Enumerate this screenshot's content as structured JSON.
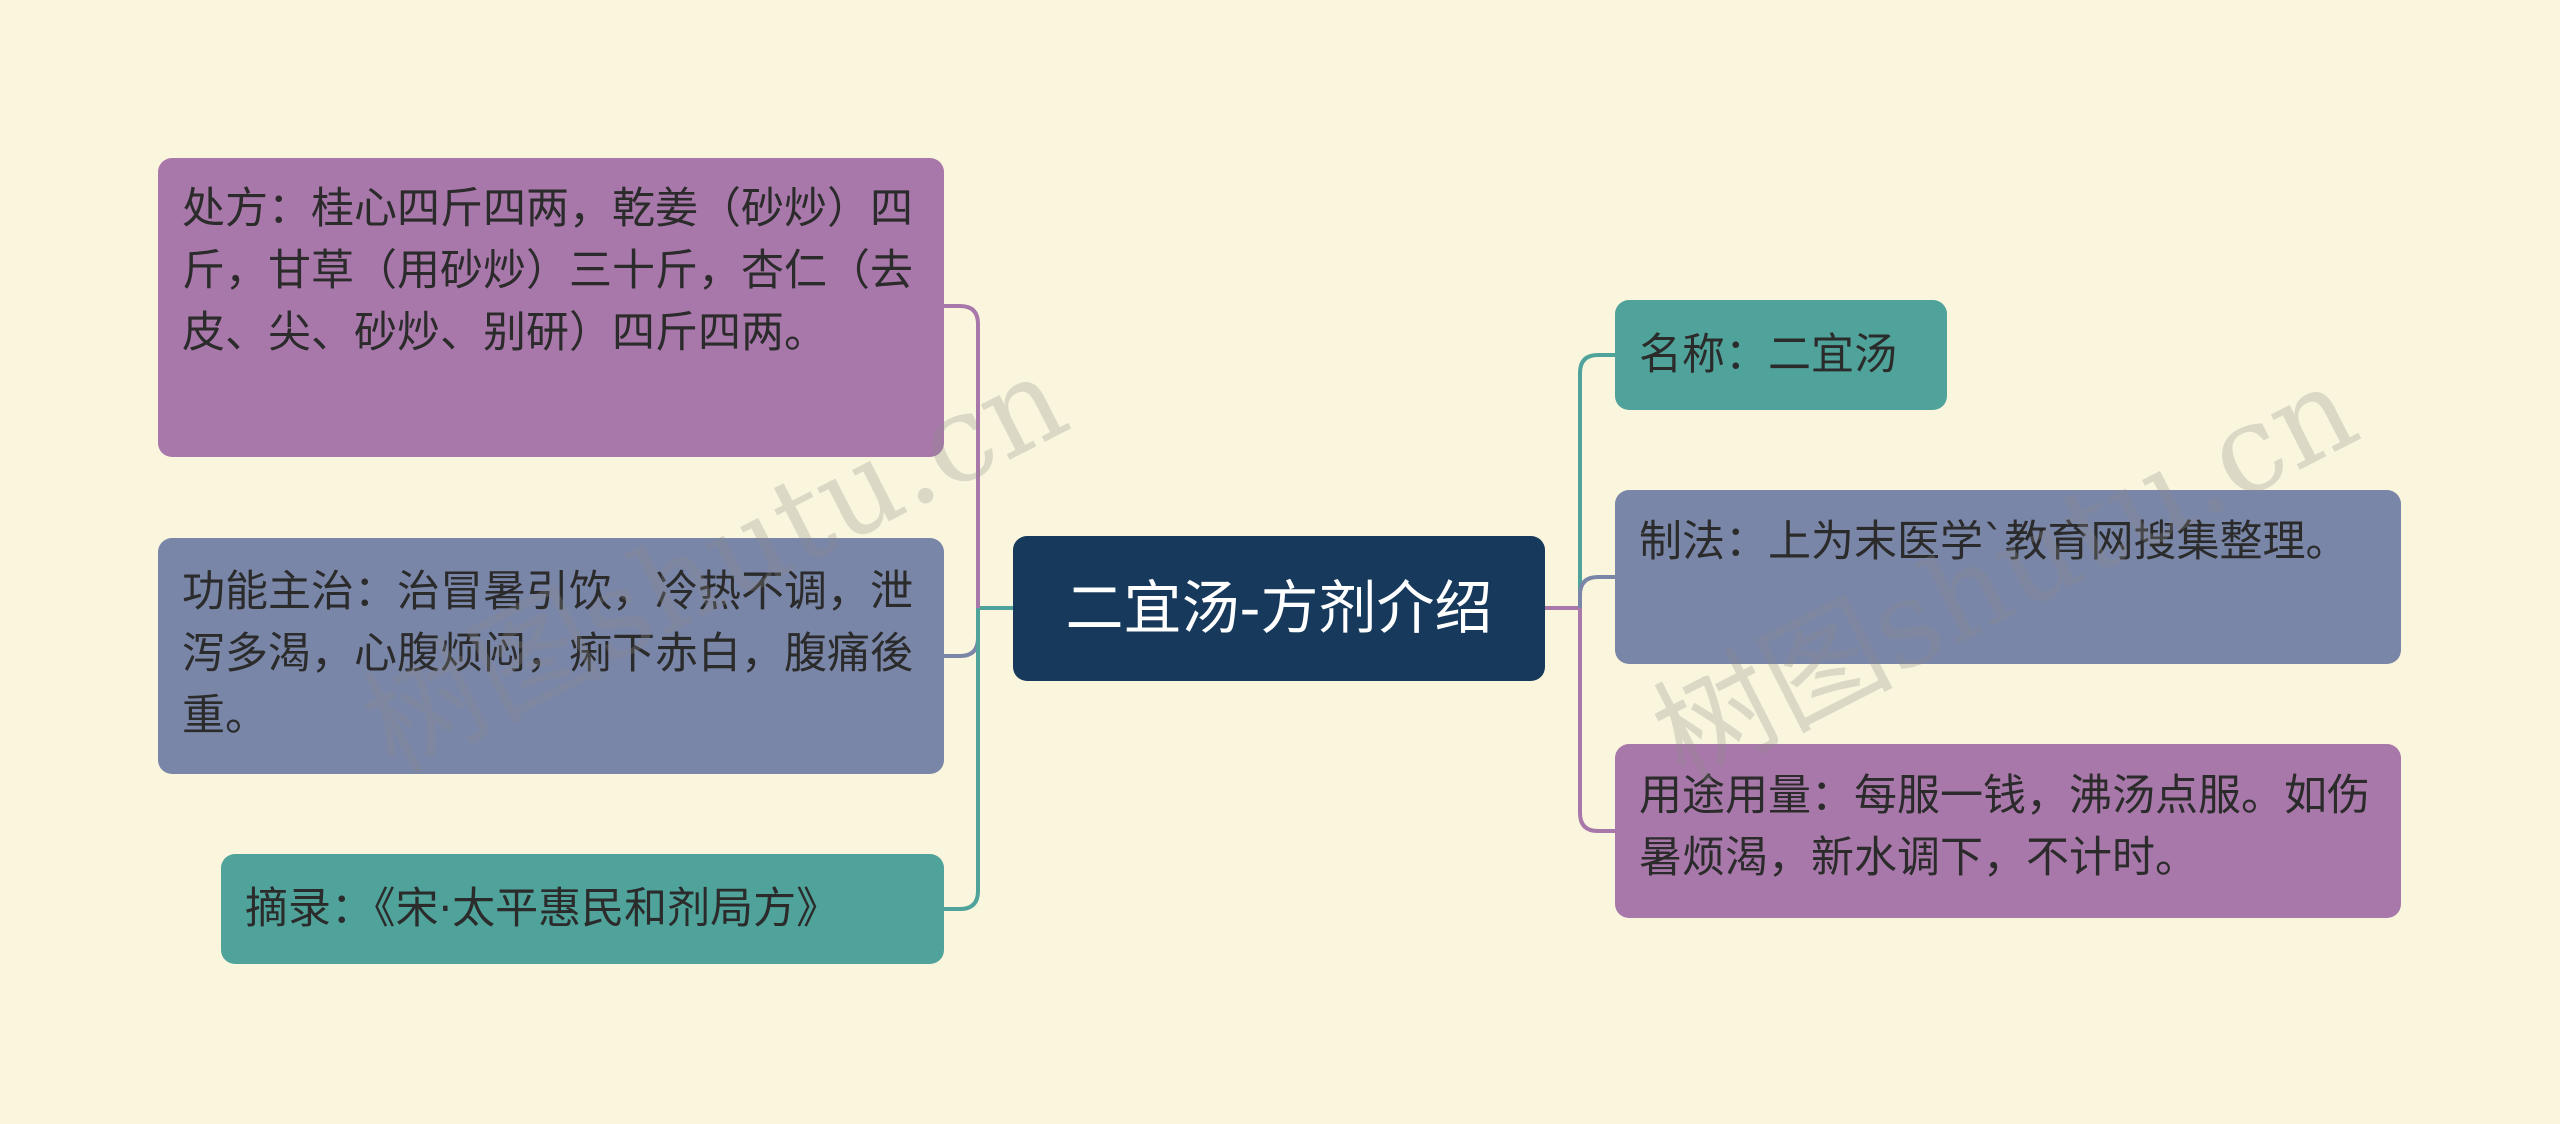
{
  "central": {
    "label": "二宜汤-方剂介绍"
  },
  "left_branches": [
    {
      "label": "处方：桂心四斤四两，乾姜（砂炒）四斤，甘草（用砂炒）三十斤，杏仁（去皮、尖、砂炒、别研）四斤四两。",
      "color": "#a878aa"
    },
    {
      "label": "功能主治：治冒暑引饮，冷热不调，泄泻多渴，心腹烦闷，痢下赤白，腹痛後重。",
      "color": "#7a86a8"
    },
    {
      "label": "摘录：《宋·太平惠民和剂局方》",
      "color": "#4fa39a"
    }
  ],
  "right_branches": [
    {
      "label": "名称：二宜汤",
      "color": "#4fa39a"
    },
    {
      "label": "制法：上为末医学`教育网搜集整理。",
      "color": "#7a86a8"
    },
    {
      "label": "用途用量：每服一钱，沸汤点服。如伤暑烦渴，新水调下，不计时。",
      "color": "#a878aa"
    }
  ],
  "watermark": {
    "text": "树图shutu.cn"
  },
  "colors": {
    "background": "#faf5dd",
    "central": "#173a5c",
    "purple": "#a878aa",
    "slate": "#7a86a8",
    "teal": "#4fa39a"
  }
}
